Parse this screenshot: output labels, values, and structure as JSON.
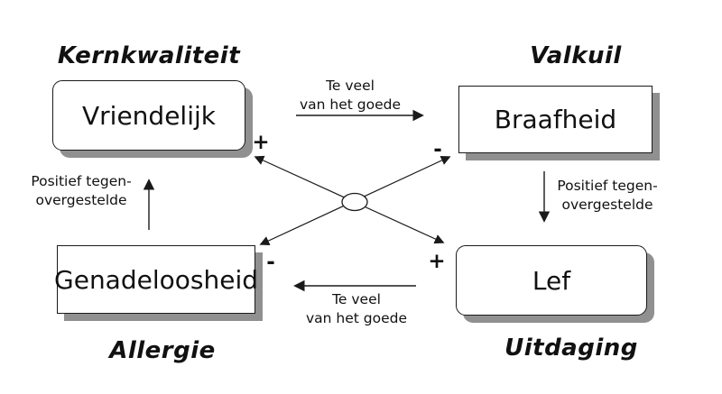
{
  "diagram": {
    "quadrant_labels": {
      "top_left": "Kernkwaliteit",
      "top_right": "Valkuil",
      "bottom_left": "Allergie",
      "bottom_right": "Uitdaging"
    },
    "boxes": {
      "top_left": "Vriendelijk",
      "top_right": "Braafheid",
      "bottom_left": "Genadeloosheid",
      "bottom_right": "Lef"
    },
    "arrow_labels": {
      "top": {
        "line1": "Te veel",
        "line2": "van het goede"
      },
      "right": {
        "line1": "Positief tegen-",
        "line2": "overgestelde"
      },
      "bottom": {
        "line1": "Te veel",
        "line2": "van het goede"
      },
      "left": {
        "line1": "Positief tegen-",
        "line2": "overgestelde"
      }
    },
    "signs": {
      "near_top_left_box": "+",
      "near_top_right_box": "-",
      "near_bottom_left_box": "-",
      "near_bottom_right_box": "+"
    },
    "colors": {
      "line": "#1a1a1a",
      "box_shadow": "#909090",
      "background": "#ffffff"
    }
  }
}
